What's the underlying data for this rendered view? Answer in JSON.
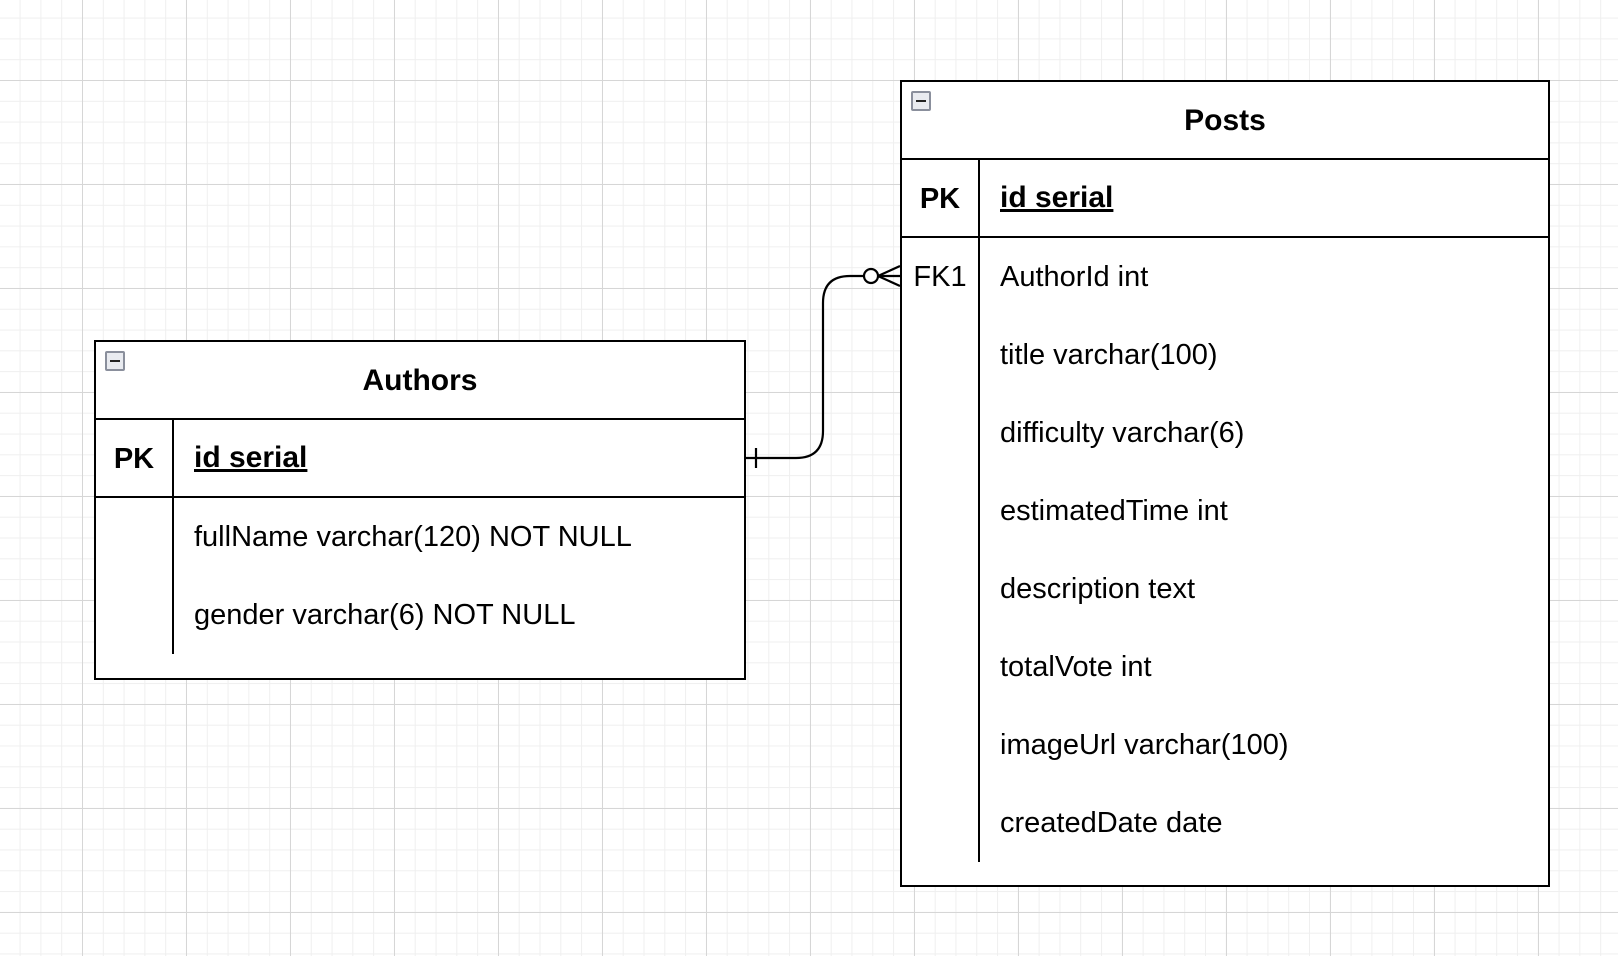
{
  "tables": [
    {
      "id": "authors",
      "title": "Authors",
      "pk": {
        "key": "PK",
        "name": "id serial"
      },
      "fields": [
        {
          "key": "",
          "name": "fullName varchar(120) NOT NULL"
        },
        {
          "key": "",
          "name": "gender varchar(6) NOT NULL"
        }
      ]
    },
    {
      "id": "posts",
      "title": "Posts",
      "pk": {
        "key": "PK",
        "name": "id serial"
      },
      "fields": [
        {
          "key": "FK1",
          "name": "AuthorId int"
        },
        {
          "key": "",
          "name": "title varchar(100)"
        },
        {
          "key": "",
          "name": "difficulty varchar(6)"
        },
        {
          "key": "",
          "name": "estimatedTime int"
        },
        {
          "key": "",
          "name": "description text"
        },
        {
          "key": "",
          "name": "totalVote int"
        },
        {
          "key": "",
          "name": "imageUrl varchar(100)"
        },
        {
          "key": "",
          "name": "createdDate date"
        }
      ]
    }
  ],
  "relationships": [
    {
      "from": "authors.id serial",
      "to": "posts.AuthorId int",
      "from_cardinality": "one",
      "to_cardinality": "zero-or-many"
    }
  ]
}
